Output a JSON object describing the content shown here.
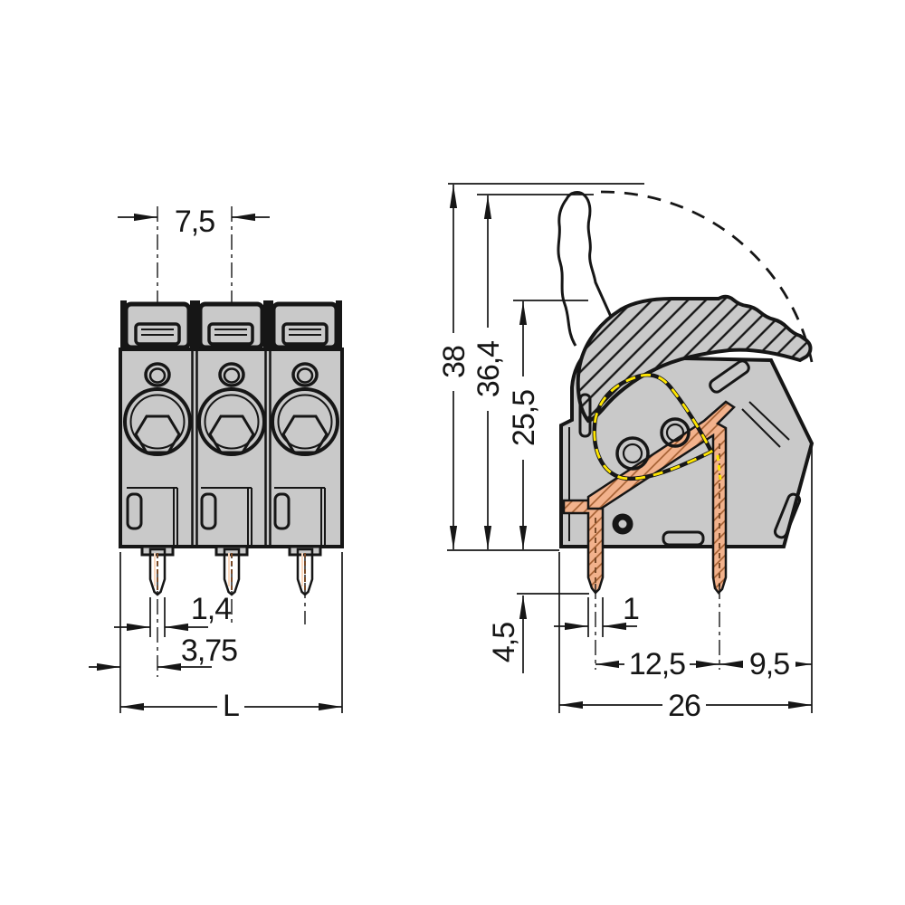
{
  "diagram": {
    "front": {
      "pitch": "7,5",
      "pin_width": "1,4",
      "pin_offset": "3,75",
      "overall_width": "L"
    },
    "side": {
      "overall_height": "38",
      "open_lever_height": "36,4",
      "housing_height": "25,5",
      "pin_length": "4,5",
      "pin_thickness": "1",
      "pin_spacing": "12,5",
      "pin_to_edge": "9,5",
      "overall_depth": "26"
    },
    "colors": {
      "background": "#ffffff",
      "line": "#161616",
      "housing_gray": "#c9c9c9",
      "copper": "#f2b28c",
      "copper_hatch": "#a05c2e",
      "accent_yellow": "#ffe600"
    }
  }
}
